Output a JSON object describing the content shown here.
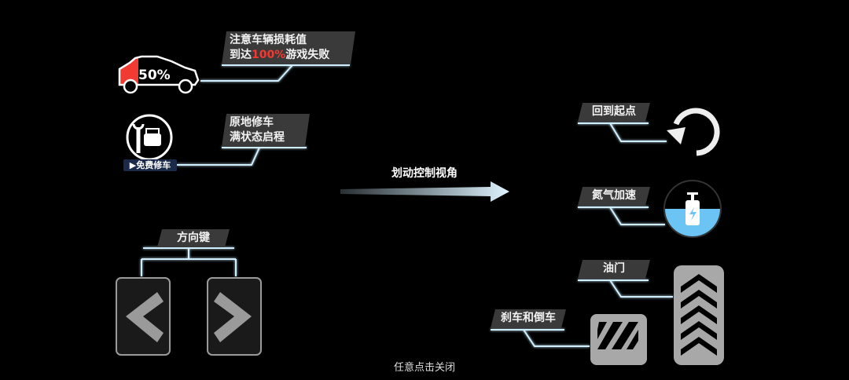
{
  "damage": {
    "line1": "注意车辆损耗值",
    "line2_pre": "到达",
    "line2_hl": "100%",
    "line2_post": "游戏失败",
    "car_percent": "50%",
    "damage_fraction": 0.5
  },
  "repair": {
    "line1": "原地修车",
    "line2": "满状态启程",
    "badge": "免费修车"
  },
  "swipe": {
    "label": "划动控制视角"
  },
  "direction": {
    "label": "方向键"
  },
  "reset": {
    "label": "回到起点"
  },
  "nitro": {
    "label": "氮气加速"
  },
  "throttle": {
    "label": "油门"
  },
  "brake": {
    "label": "刹车和倒车"
  },
  "footer": {
    "close_hint": "任意点击关闭"
  },
  "colors": {
    "accent_line": "#cfeeff",
    "tag_bg": "#3a3a3a",
    "damage_red": "#f03a32",
    "nitro_blue": "#6cc4f5",
    "pedal_gray": "#a8a8a8"
  }
}
